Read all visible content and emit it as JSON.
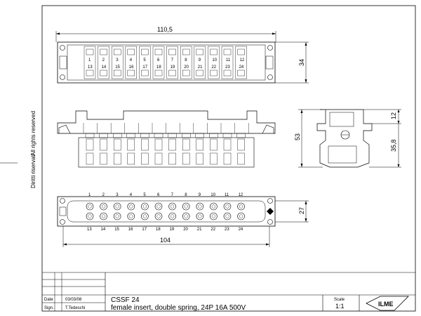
{
  "side_text": {
    "rights_it": "Diritti riservati",
    "rights_en": "All rights reserved"
  },
  "dimensions": {
    "top_width": "110,5",
    "top_height": "34",
    "side_height": "53",
    "side_upper": "12",
    "side_lower": "35,8",
    "face_height": "27",
    "face_width": "104"
  },
  "top_pins_upper": [
    "1",
    "2",
    "3",
    "4",
    "5",
    "6",
    "7",
    "8",
    "9",
    "10",
    "11",
    "12"
  ],
  "top_pins_lower": [
    "13",
    "14",
    "15",
    "16",
    "17",
    "18",
    "19",
    "20",
    "21",
    "22",
    "23",
    "24"
  ],
  "face_pins_upper": [
    "1",
    "2",
    "3",
    "4",
    "5",
    "6",
    "7",
    "8",
    "9",
    "10",
    "11",
    "12"
  ],
  "face_pins_lower": [
    "13",
    "14",
    "15",
    "16",
    "17",
    "18",
    "19",
    "20",
    "21",
    "22",
    "23",
    "24"
  ],
  "title_block": {
    "date_label": "Date",
    "date_value": "03/03/08",
    "sign_label": "Sign.",
    "sign_value": "T.Tedeschi",
    "code": "CSSF 24",
    "description": "female insert, double spring, 24P 16A 500V",
    "scale_label": "Scale",
    "scale_value": "1:1",
    "logo_text": "ILME"
  }
}
